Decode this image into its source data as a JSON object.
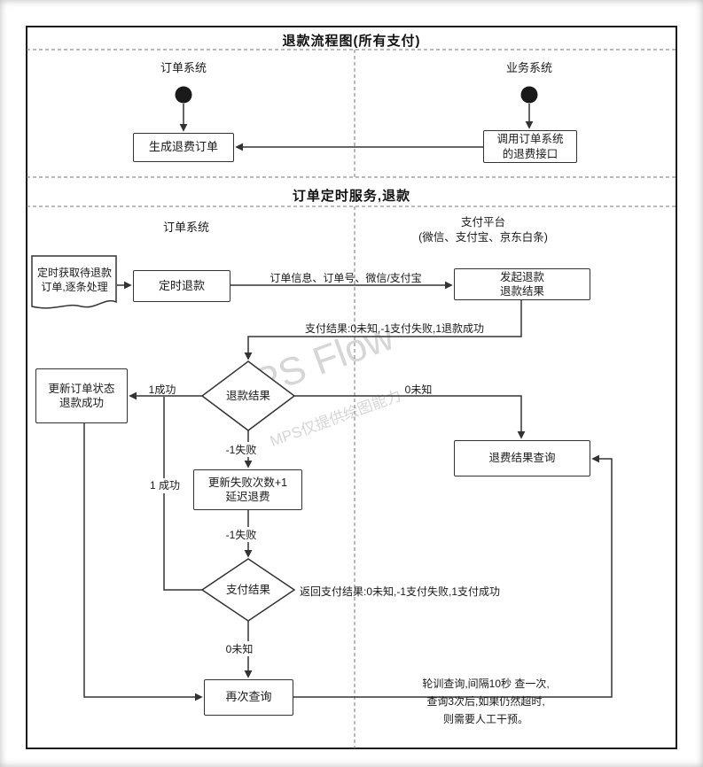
{
  "titles": {
    "main": "退款流程图(所有支付)",
    "section2": "订单定时服务,退款"
  },
  "lanes": {
    "s1_left": "订单系统",
    "s1_right": "业务系统",
    "s2_left": "订单系统",
    "s2_right": "支付平台\n(微信、支付宝、京东白条)"
  },
  "nodes": {
    "generate_refund_order": "生成退费订单",
    "call_refund_api": "调用订单系统\n的退费接口",
    "doc_fetch_orders": "定时获取待退款\n订单,逐条处理",
    "timed_refund": "定时退款",
    "initiate_refund": "发起退款\n退款结果",
    "refund_result_decision": "退款结果",
    "update_order_status": "更新订单状态\n退款成功",
    "refund_result_query": "退费结果查询",
    "update_fail_count": "更新失败次数+1\n延迟退费",
    "pay_result_decision": "支付结果",
    "query_again": "再次查询"
  },
  "labels": {
    "order_info": "订单信息、订单号、微信/支付宝",
    "pay_result_values": "支付结果:0未知,-1支付失败,1退款成功",
    "success_1": "1成功",
    "unknown_0": "0未知",
    "fail_minus1_a": "-1失败",
    "fail_minus1_b": "-1失败",
    "return_pay_result": "返回支付结果:0未知,-1支付失败,1支付成功",
    "success_1_vertical": "1\n成功",
    "unknown_0_b": "0未知"
  },
  "note": "轮训查询,间隔10秒 查一次,\n查询3次后,如果仍然超时,\n则需要人工干预。",
  "watermark": {
    "main": "MPS Flow",
    "sub": "MPS仅提供绘图能力"
  },
  "colors": {
    "line": "#333333",
    "dashed": "#777777",
    "text": "#1a1a1a",
    "watermark": "#d6d6d6"
  }
}
